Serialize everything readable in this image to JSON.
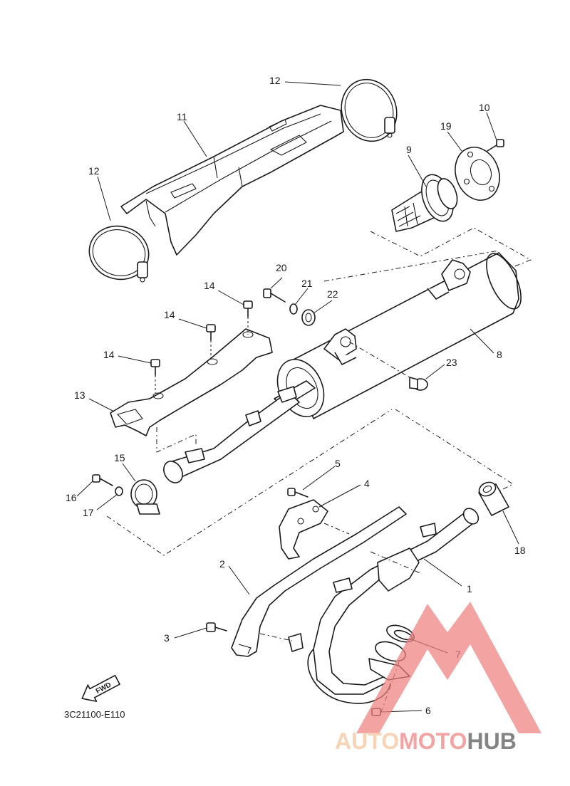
{
  "diagram_code": "3C21100-E110",
  "direction_label": "FWD",
  "watermark": {
    "part1": "AUTO",
    "part2": "MOTO",
    "part3": "HUB",
    "color_light": "#f4c49a",
    "color_brand": "#f08080",
    "color_dark": "#555555"
  },
  "callouts": {
    "c1": "1",
    "c2": "2",
    "c3": "3",
    "c4": "4",
    "c5": "5",
    "c6": "6",
    "c7": "7",
    "c8": "8",
    "c9": "9",
    "c10": "10",
    "c11": "11",
    "c12a": "12",
    "c12b": "12",
    "c13": "13",
    "c14a": "14",
    "c14b": "14",
    "c14c": "14",
    "c15": "15",
    "c16": "16",
    "c17": "17",
    "c18": "18",
    "c19": "19",
    "c20": "20",
    "c21": "21",
    "c22": "22",
    "c23": "23"
  }
}
